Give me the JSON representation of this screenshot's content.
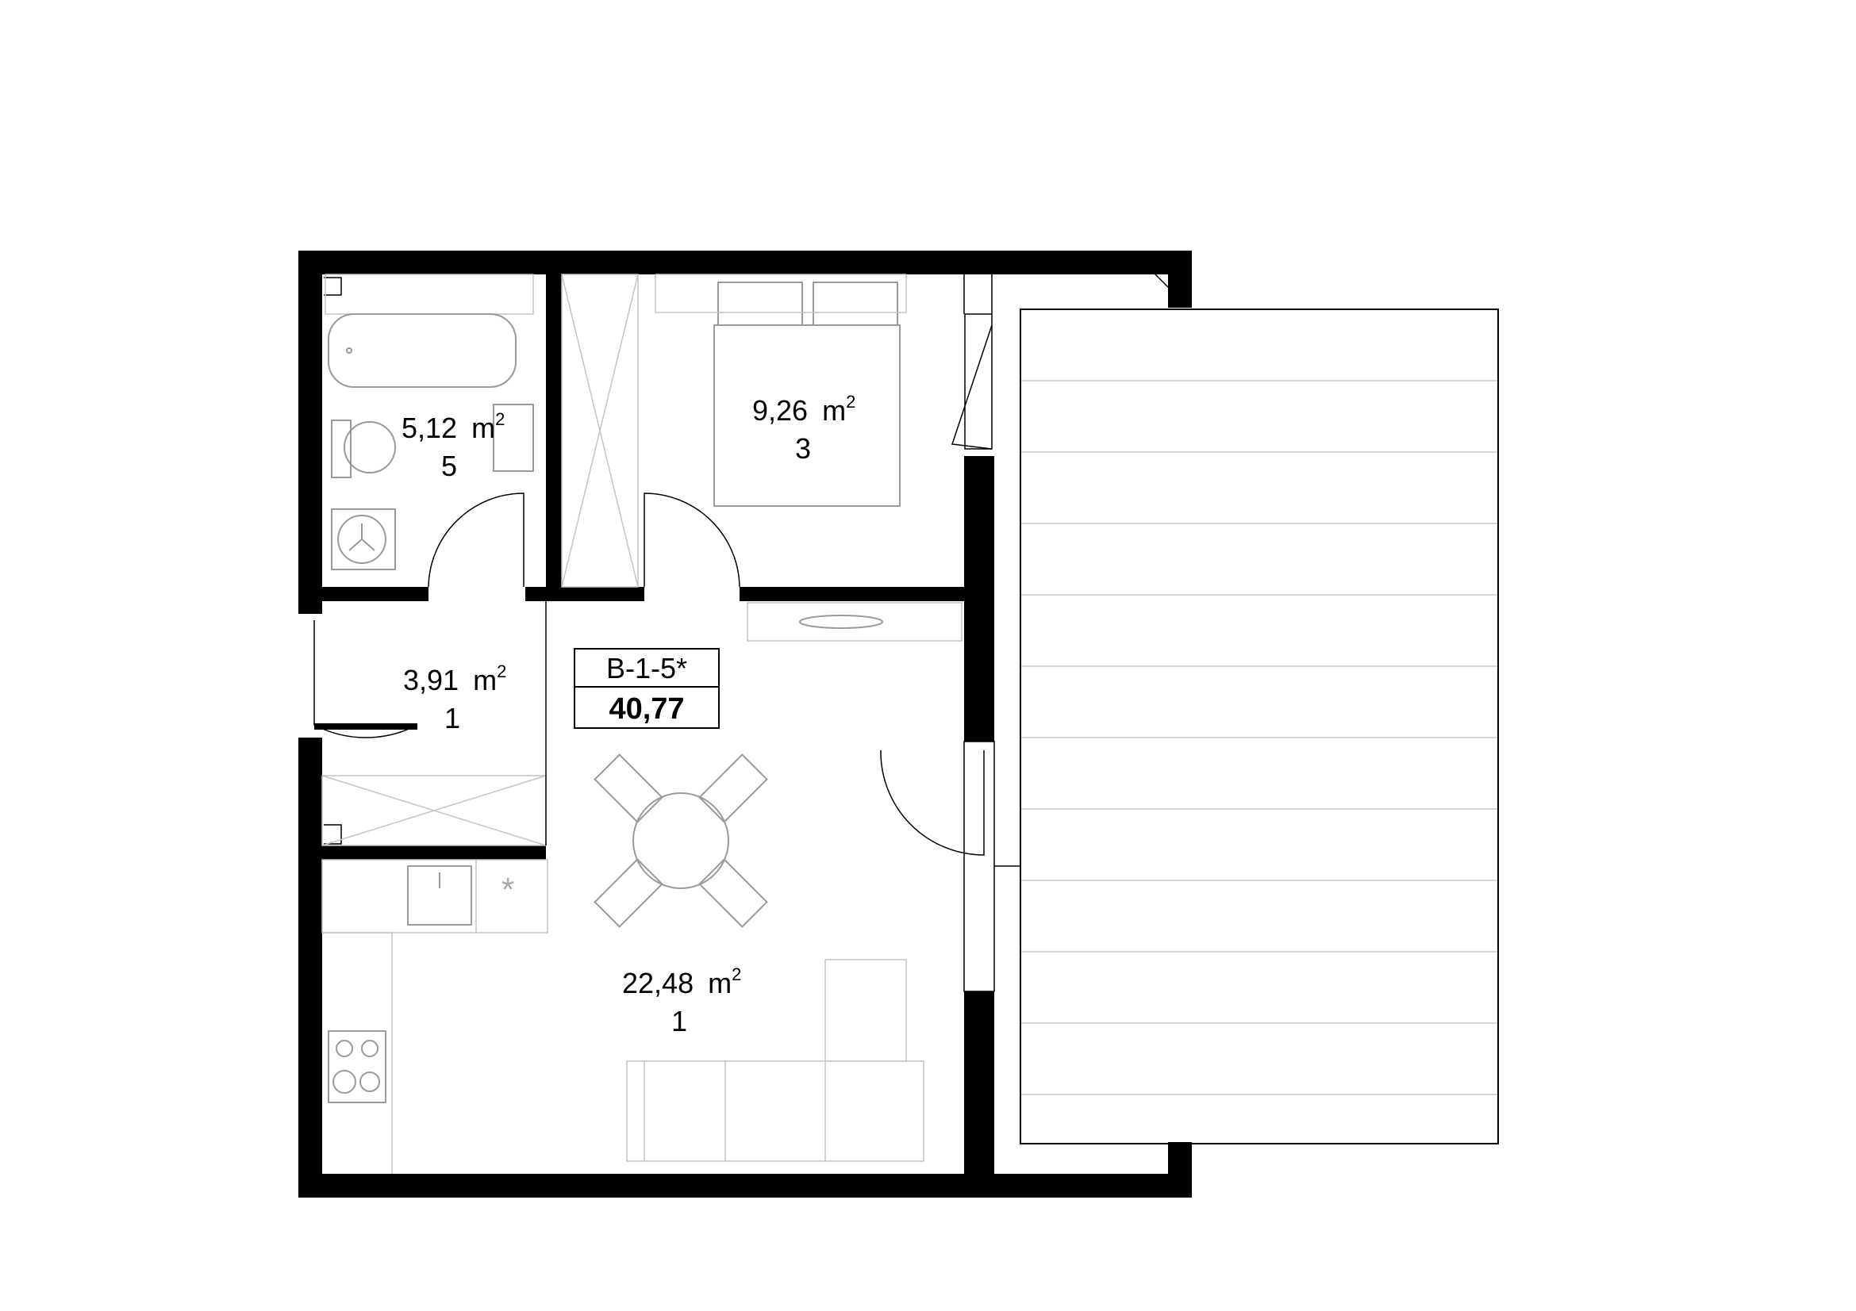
{
  "unit": {
    "code": "B-1-5*",
    "total_area": "40,77"
  },
  "rooms": [
    {
      "id": "bathroom",
      "area": "5,12",
      "unit": "m",
      "sup": "2",
      "number": "5"
    },
    {
      "id": "bedroom",
      "area": "9,26",
      "unit": "m",
      "sup": "2",
      "number": "3"
    },
    {
      "id": "hallway",
      "area": "3,91",
      "unit": "m",
      "sup": "2",
      "number": "1"
    },
    {
      "id": "living",
      "area": "22,48",
      "unit": "m",
      "sup": "2",
      "number": "1"
    }
  ],
  "fixtures": {
    "sink_mark": "*"
  }
}
